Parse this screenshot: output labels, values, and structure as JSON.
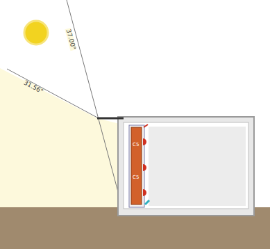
{
  "diagram": {
    "labels": [
      "37.00°",
      "31.56°",
      "C5",
      "C5"
    ]
  }
}
